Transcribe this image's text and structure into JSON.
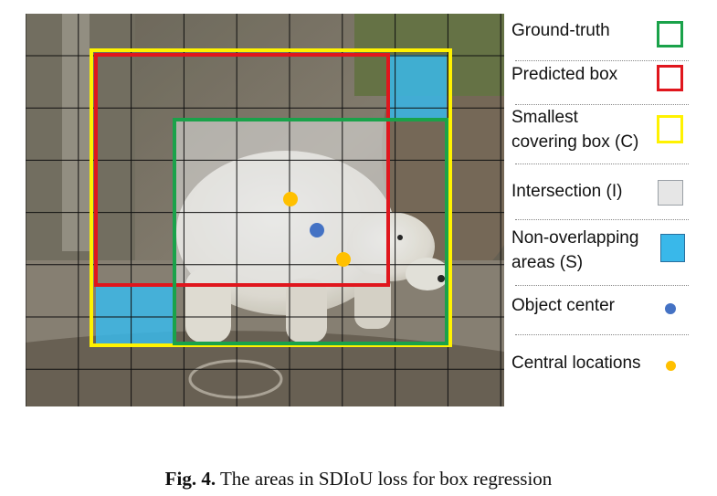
{
  "figure": {
    "grid_columns": 9,
    "grid_rows": 7,
    "colors": {
      "ground_truth": "#1aa24a",
      "predicted": "#e0161d",
      "covering": "#fff200",
      "intersection": "#e6e6e6",
      "non_overlap": "#39b8ea",
      "object_center": "#4472c4",
      "central_locations": "#ffc000"
    }
  },
  "legend": {
    "ground_truth": "Ground-truth",
    "predicted": "Predicted box",
    "covering": "Smallest\ncovering box (C)",
    "intersection": "Intersection (I)",
    "non_overlap": "Non-overlapping\nareas (S)",
    "object_center": "Object center",
    "central_locations": "Central locations"
  },
  "caption": {
    "label": "Fig. 4.",
    "text": "The areas in SDIoU loss for box regression"
  }
}
